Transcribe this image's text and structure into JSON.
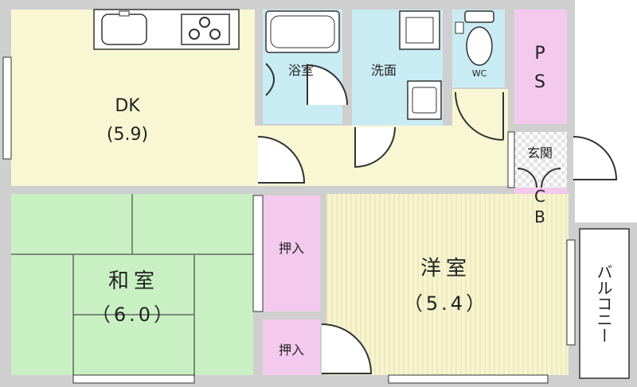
{
  "colors": {
    "wall": "#cfcfcf",
    "dk": "#f9f7d3",
    "bath": "#c9ecf4",
    "storage": "#f4c9ee",
    "washitsu": "#c9f0c3",
    "yoshitsu": "#f7f4cf",
    "balcony": "#ffffff",
    "entrance": "#ffffff",
    "line": "#333333"
  },
  "rooms": {
    "dk": {
      "name": "DK",
      "size": "(5.9)"
    },
    "bath": {
      "name": "浴室"
    },
    "washroom": {
      "name": "洗面"
    },
    "wc": {
      "name": "WC"
    },
    "ps": {
      "line1": "P",
      "line2": "S"
    },
    "entrance": {
      "name": "玄関"
    },
    "shoe_box": {
      "line1": "C",
      "line2": "B"
    },
    "closet_1": {
      "name": "押入"
    },
    "closet_2": {
      "name": "押入"
    },
    "washitsu": {
      "name": "和室",
      "size": "（6.0）"
    },
    "yoshitsu": {
      "name": "洋室",
      "size": "（5.4）"
    },
    "balcony": {
      "name": "バルコニー"
    }
  }
}
